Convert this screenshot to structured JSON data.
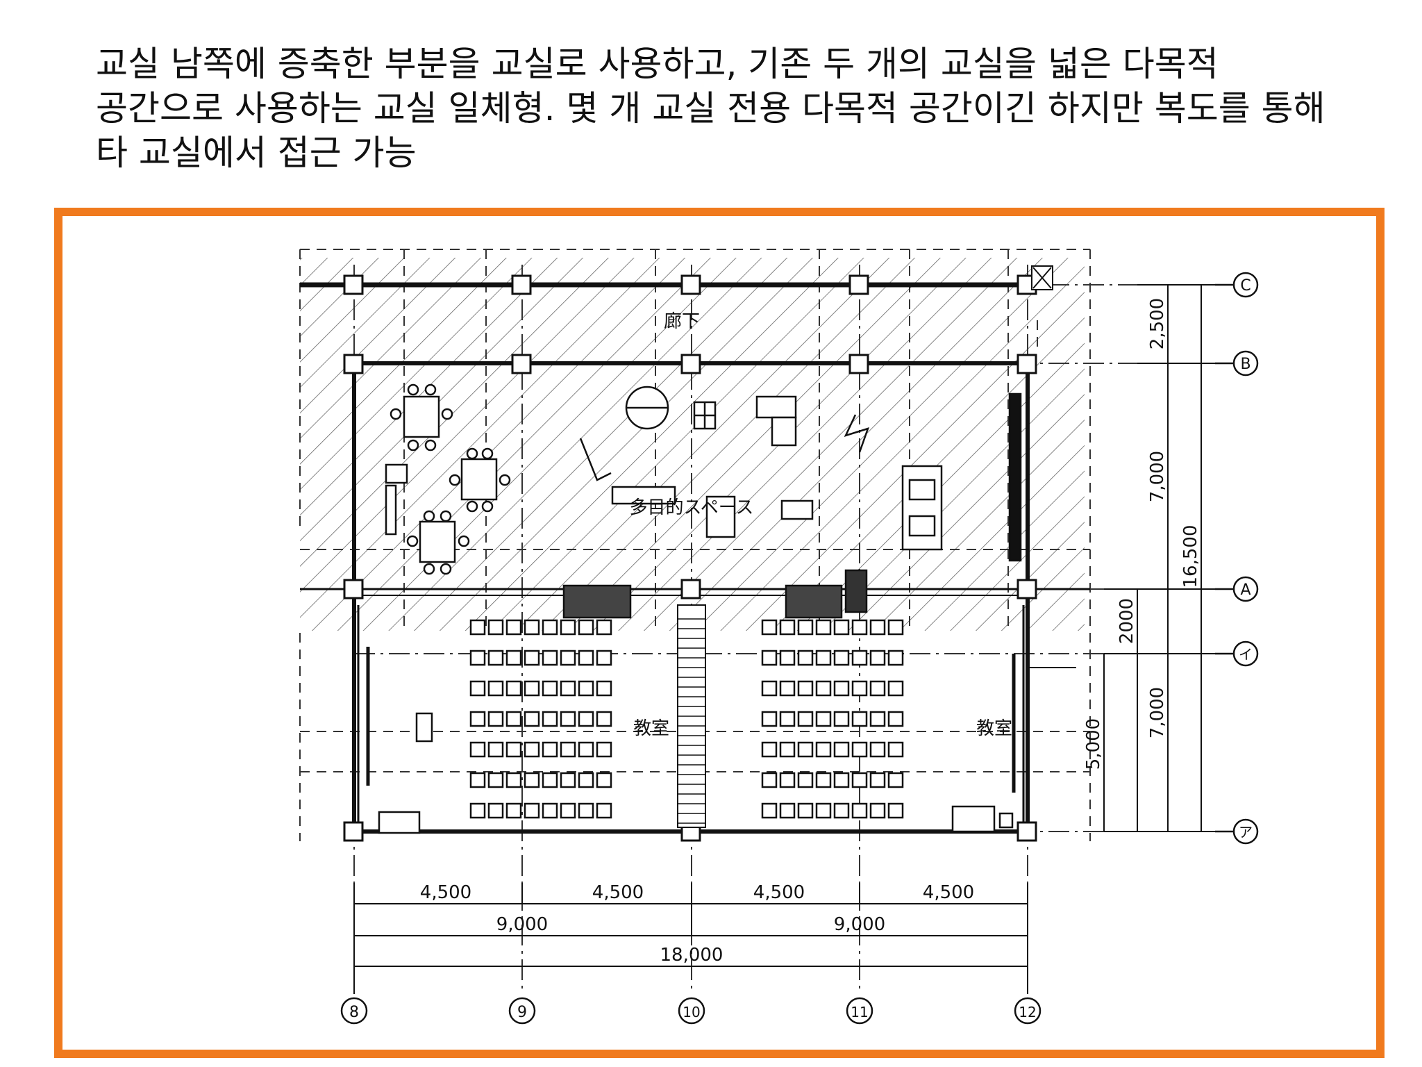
{
  "caption": {
    "lines": [
      "교실 남쪽에 증축한 부분을 교실로 사용하고, 기존 두 개의 교실을 넓은 다목적",
      "공간으로 사용하는 교실 일체형. 몇 개 교실 전용 다목적 공간이긴 하지만 복도를 통해",
      "타 교실에서 접근 가능"
    ]
  },
  "colors": {
    "frame": "#f07a1e",
    "line": "#111111",
    "hatch": "#555555"
  },
  "plan": {
    "room_labels": {
      "corridor": "廊下",
      "multipurpose": "多目的スペース",
      "classroom_left": "教室",
      "classroom_right": "教室"
    },
    "grid_row_labels": [
      "C",
      "B",
      "A",
      "イ",
      "ア"
    ],
    "grid_col_labels": [
      "8",
      "9",
      "10",
      "11",
      "12"
    ],
    "dims_bottom_1": [
      "4,500",
      "4,500",
      "4,500",
      "4,500"
    ],
    "dims_bottom_2": [
      "9,000",
      "9,000"
    ],
    "dims_bottom_total": "18,000",
    "dims_right_1": [
      "2,500",
      "7,000"
    ],
    "dims_right_total": "16,500",
    "dims_right_2": [
      "2000",
      "5,000",
      "7,000"
    ]
  }
}
